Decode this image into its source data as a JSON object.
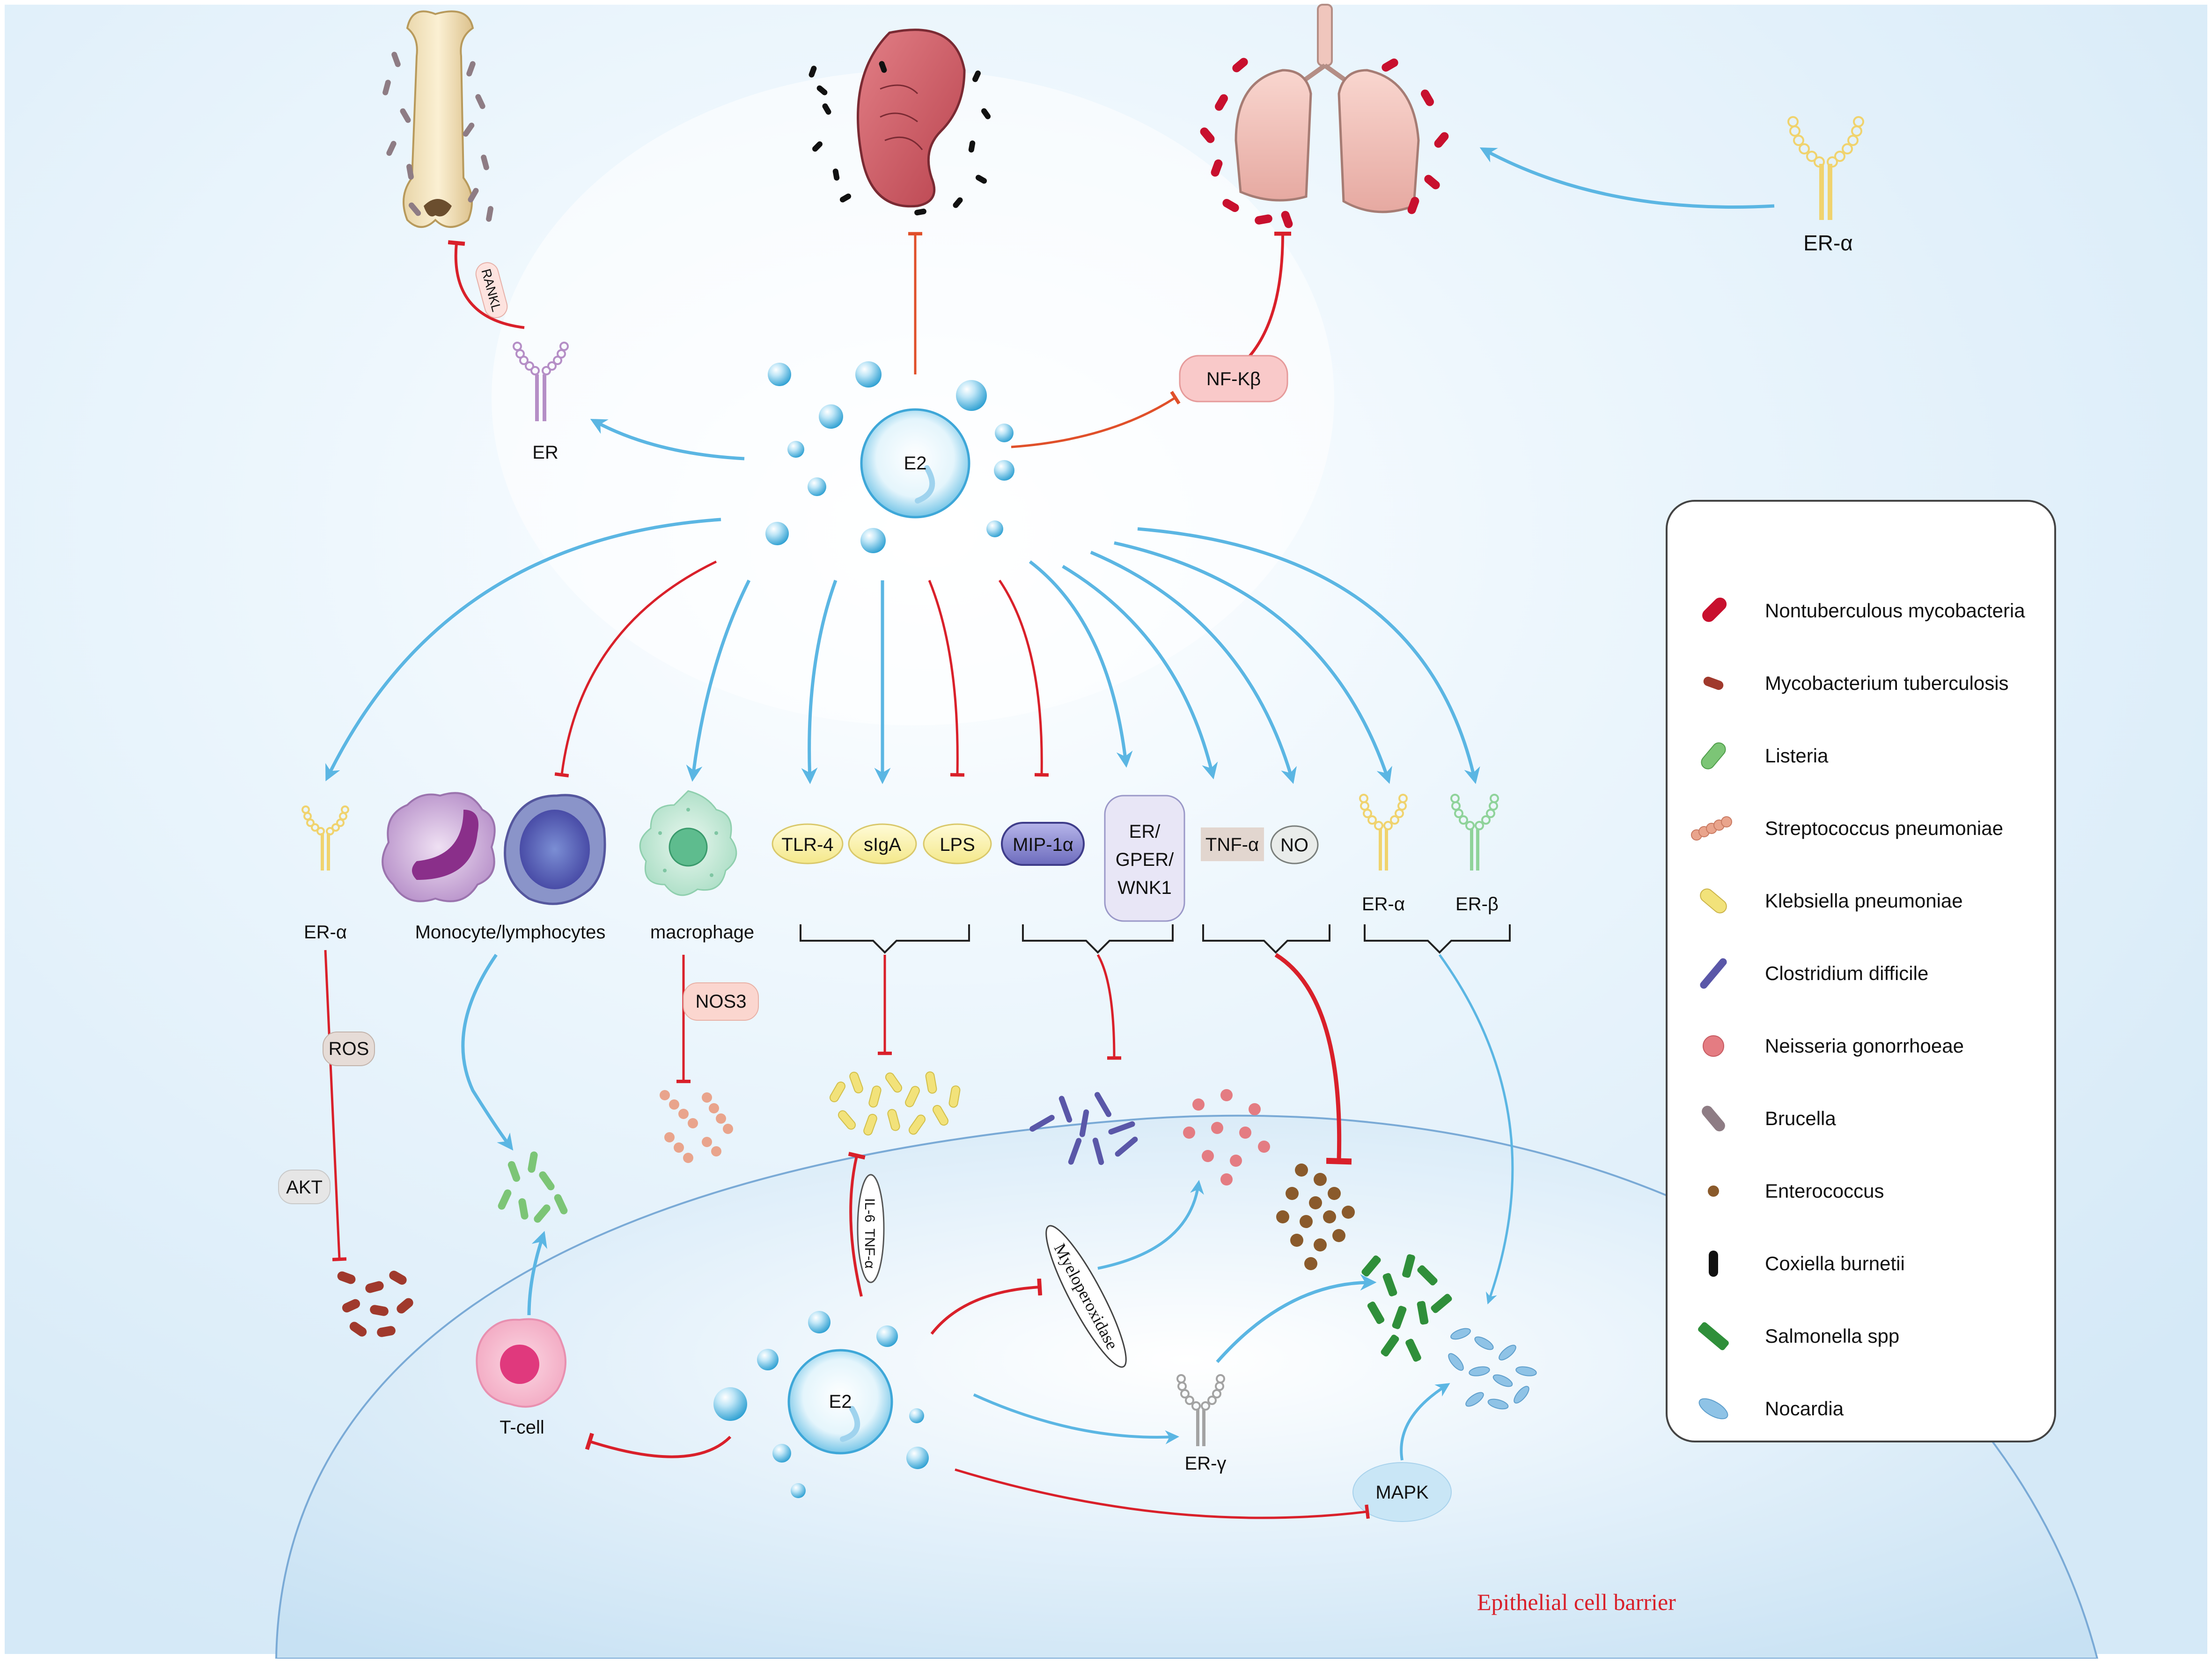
{
  "center": {
    "hormone_top": "E2",
    "hormone_bottom": "E2"
  },
  "top": {
    "er_label": "ER",
    "er_alpha_label": "ER-α",
    "rankl": "RANKL",
    "nfkb": "NF-Kβ"
  },
  "mid": {
    "er_alpha": "ER-α",
    "monocyte_label": "Monocyte/lymphocytes",
    "macrophage_label": "macrophage",
    "tlr4": "TLR-4",
    "siga": "sIgA",
    "lps": "LPS",
    "mip": "MIP-1α",
    "er_gper_1": "ER/",
    "er_gper_2": "GPER/",
    "er_gper_3": "WNK1",
    "tnf": "TNF-α",
    "no": "NO",
    "er_alpha_2": "ER-α",
    "er_beta": "ER-β",
    "nos3": "NOS3",
    "ros": "ROS",
    "akt": "AKT"
  },
  "lower": {
    "il6": "IL-6",
    "tnf": "TNF-α",
    "myeloperoxidase": "Myeloperoxidase",
    "er_gamma": "ER-γ",
    "tcell": "T-cell",
    "mapk": "MAPK",
    "barrier": "Epithelial cell barrier"
  },
  "legend": {
    "items": [
      {
        "label": "Nontuberculous mycobacteria",
        "icon": "ntm-icon",
        "color": "#c8102e"
      },
      {
        "label": "Mycobacterium tuberculosis",
        "icon": "tb-icon",
        "color": "#a0392c"
      },
      {
        "label": "Listeria",
        "icon": "listeria-icon",
        "color": "#7cc576"
      },
      {
        "label": "Streptococcus pneumoniae",
        "icon": "strep-icon",
        "color": "#e9a48c"
      },
      {
        "label": "Klebsiella pneumoniae",
        "icon": "klebsiella-icon",
        "color": "#f2e27a"
      },
      {
        "label": "Clostridium difficile",
        "icon": "clostridium-icon",
        "color": "#5a57a8"
      },
      {
        "label": "Neisseria gonorrhoeae",
        "icon": "neisseria-icon",
        "color": "#e47c82"
      },
      {
        "label": "Brucella",
        "icon": "brucella-icon",
        "color": "#8e7c84"
      },
      {
        "label": "Enterococcus",
        "icon": "enterococcus-icon",
        "color": "#8a5a2b"
      },
      {
        "label": "Coxiella burnetii",
        "icon": "coxiella-icon",
        "color": "#111111"
      },
      {
        "label": "Salmonella spp",
        "icon": "salmonella-icon",
        "color": "#2f8f3a"
      },
      {
        "label": "Nocardia",
        "icon": "nocardia-icon",
        "color": "#8fc3e6"
      }
    ]
  },
  "colors": {
    "activate": "#5bb6e3",
    "inhibit": "#d9202a",
    "background": "#e6f2fb"
  }
}
